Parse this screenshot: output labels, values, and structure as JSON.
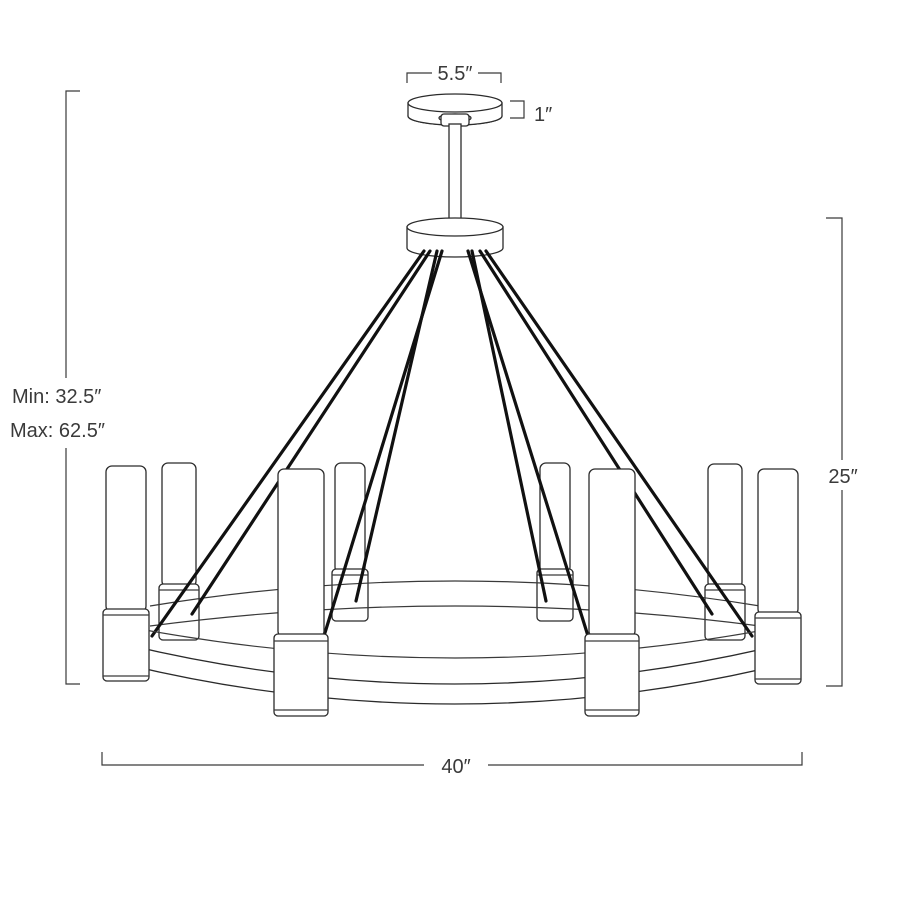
{
  "dimensions": {
    "canopy_width": "5.5″",
    "canopy_height": "1″",
    "overall_min": "Min: 32.5″",
    "overall_max": "Max: 62.5″",
    "fixture_height": "25″",
    "fixture_width": "40″"
  },
  "colors": {
    "line": "#3a3a3a",
    "arm": "#111111",
    "background": "#ffffff"
  }
}
